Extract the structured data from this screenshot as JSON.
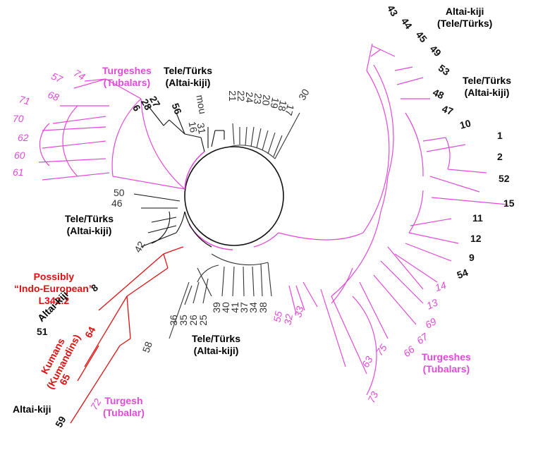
{
  "colors": {
    "black": "#111111",
    "magenta": "#e14ad8",
    "red": "#dd1111",
    "gray": "#333333"
  },
  "group_labels": [
    {
      "id": "top-right-altai",
      "lines": [
        "Altai-kiji",
        "(Tele/Türks)"
      ],
      "color": "black"
    },
    {
      "id": "right-tele",
      "lines": [
        "Tele/Türks",
        "(Altai-kiji)"
      ],
      "color": "black"
    },
    {
      "id": "top-turgeshes",
      "lines": [
        "Turgeshes",
        "(Tubalars)"
      ],
      "color": "magenta"
    },
    {
      "id": "top-tele",
      "lines": [
        "Tele/Türks",
        "(Altai-kiji)"
      ],
      "color": "black"
    },
    {
      "id": "left-tele",
      "lines": [
        "Tele/Türks",
        "(Altai-kiji)"
      ],
      "color": "black"
    },
    {
      "id": "indo-european",
      "lines": [
        "Possibly",
        "“Indo-European”",
        "L342.2"
      ],
      "color": "red"
    },
    {
      "id": "bottom-tele",
      "lines": [
        "Tele/Türks",
        "(Altai-kiji)"
      ],
      "color": "black"
    },
    {
      "id": "right-turgeshes",
      "lines": [
        "Turgeshes",
        "(Tubalars)"
      ],
      "color": "magenta"
    },
    {
      "id": "turgesh-single",
      "lines": [
        "Turgesh",
        "(Tubalar)"
      ],
      "color": "magenta"
    },
    {
      "id": "bottom-altai",
      "lines": [
        "Altai-kiji"
      ],
      "color": "black"
    },
    {
      "id": "mid-altai",
      "lines": [
        "Altai-kiji"
      ],
      "color": "black"
    },
    {
      "id": "kumans",
      "lines": [
        "Kumans",
        "(Kumandins)"
      ],
      "color": "red"
    }
  ],
  "leaves": [
    {
      "id": "43",
      "text": "43",
      "color": "black"
    },
    {
      "id": "44",
      "text": "44",
      "color": "black"
    },
    {
      "id": "45",
      "text": "45",
      "color": "black"
    },
    {
      "id": "49",
      "text": "49",
      "color": "black"
    },
    {
      "id": "53",
      "text": "53",
      "color": "black"
    },
    {
      "id": "48",
      "text": "48",
      "color": "black"
    },
    {
      "id": "47",
      "text": "47",
      "color": "black"
    },
    {
      "id": "10",
      "text": "10",
      "color": "black"
    },
    {
      "id": "1",
      "text": "1",
      "color": "black"
    },
    {
      "id": "2",
      "text": "2",
      "color": "black"
    },
    {
      "id": "52",
      "text": "52",
      "color": "black"
    },
    {
      "id": "15",
      "text": "15",
      "color": "black"
    },
    {
      "id": "11",
      "text": "11",
      "color": "black"
    },
    {
      "id": "12",
      "text": "12",
      "color": "black"
    },
    {
      "id": "9",
      "text": "9",
      "color": "black"
    },
    {
      "id": "54",
      "text": "54",
      "color": "black"
    },
    {
      "id": "14",
      "text": "14",
      "color": "magenta"
    },
    {
      "id": "13",
      "text": "13",
      "color": "magenta"
    },
    {
      "id": "69",
      "text": "69",
      "color": "magenta"
    },
    {
      "id": "67",
      "text": "67",
      "color": "magenta"
    },
    {
      "id": "66",
      "text": "66",
      "color": "magenta"
    },
    {
      "id": "75",
      "text": "75",
      "color": "magenta"
    },
    {
      "id": "63",
      "text": "63",
      "color": "magenta"
    },
    {
      "id": "73",
      "text": "73",
      "color": "magenta"
    },
    {
      "id": "33",
      "text": "33",
      "color": "magenta"
    },
    {
      "id": "32",
      "text": "32",
      "color": "magenta"
    },
    {
      "id": "55",
      "text": "55",
      "color": "magenta"
    },
    {
      "id": "38",
      "text": "38",
      "color": "gray"
    },
    {
      "id": "34",
      "text": "34",
      "color": "gray"
    },
    {
      "id": "37",
      "text": "37",
      "color": "gray"
    },
    {
      "id": "41",
      "text": "41",
      "color": "gray"
    },
    {
      "id": "40",
      "text": "40",
      "color": "gray"
    },
    {
      "id": "39",
      "text": "39",
      "color": "gray"
    },
    {
      "id": "25",
      "text": "25",
      "color": "gray"
    },
    {
      "id": "26",
      "text": "26",
      "color": "gray"
    },
    {
      "id": "35",
      "text": "35",
      "color": "gray"
    },
    {
      "id": "36",
      "text": "36",
      "color": "gray"
    },
    {
      "id": "58",
      "text": "58",
      "color": "gray"
    },
    {
      "id": "72",
      "text": "72",
      "color": "magenta"
    },
    {
      "id": "59",
      "text": "59",
      "color": "black"
    },
    {
      "id": "65",
      "text": "65",
      "color": "red"
    },
    {
      "id": "64",
      "text": "64",
      "color": "red"
    },
    {
      "id": "51",
      "text": "51",
      "color": "black"
    },
    {
      "id": "8",
      "text": "8",
      "color": "black"
    },
    {
      "id": "42",
      "text": "42",
      "color": "gray"
    },
    {
      "id": "46",
      "text": "46",
      "color": "gray"
    },
    {
      "id": "50",
      "text": "50",
      "color": "gray"
    },
    {
      "id": "61",
      "text": "61",
      "color": "magenta"
    },
    {
      "id": "60",
      "text": "60",
      "color": "magenta"
    },
    {
      "id": "62",
      "text": "62",
      "color": "magenta"
    },
    {
      "id": "70",
      "text": "70",
      "color": "magenta"
    },
    {
      "id": "71",
      "text": "71",
      "color": "magenta"
    },
    {
      "id": "68",
      "text": "68",
      "color": "magenta"
    },
    {
      "id": "57",
      "text": "57",
      "color": "magenta"
    },
    {
      "id": "74",
      "text": "74",
      "color": "magenta"
    },
    {
      "id": "6",
      "text": "6",
      "color": "black"
    },
    {
      "id": "28",
      "text": "28",
      "color": "black"
    },
    {
      "id": "27",
      "text": "27",
      "color": "black"
    },
    {
      "id": "56",
      "text": "56",
      "color": "black"
    },
    {
      "id": "mou",
      "text": "mou",
      "color": "gray"
    },
    {
      "id": "16",
      "text": "16",
      "color": "gray"
    },
    {
      "id": "31",
      "text": "31",
      "color": "gray"
    },
    {
      "id": "21",
      "text": "21",
      "color": "gray"
    },
    {
      "id": "22",
      "text": "22",
      "color": "gray"
    },
    {
      "id": "24",
      "text": "24",
      "color": "gray"
    },
    {
      "id": "23",
      "text": "23",
      "color": "gray"
    },
    {
      "id": "20",
      "text": "20",
      "color": "gray"
    },
    {
      "id": "19",
      "text": "19",
      "color": "gray"
    },
    {
      "id": "18",
      "text": "18",
      "color": "gray"
    },
    {
      "id": "17",
      "text": "17",
      "color": "gray"
    },
    {
      "id": "30",
      "text": "30",
      "color": "gray"
    }
  ]
}
